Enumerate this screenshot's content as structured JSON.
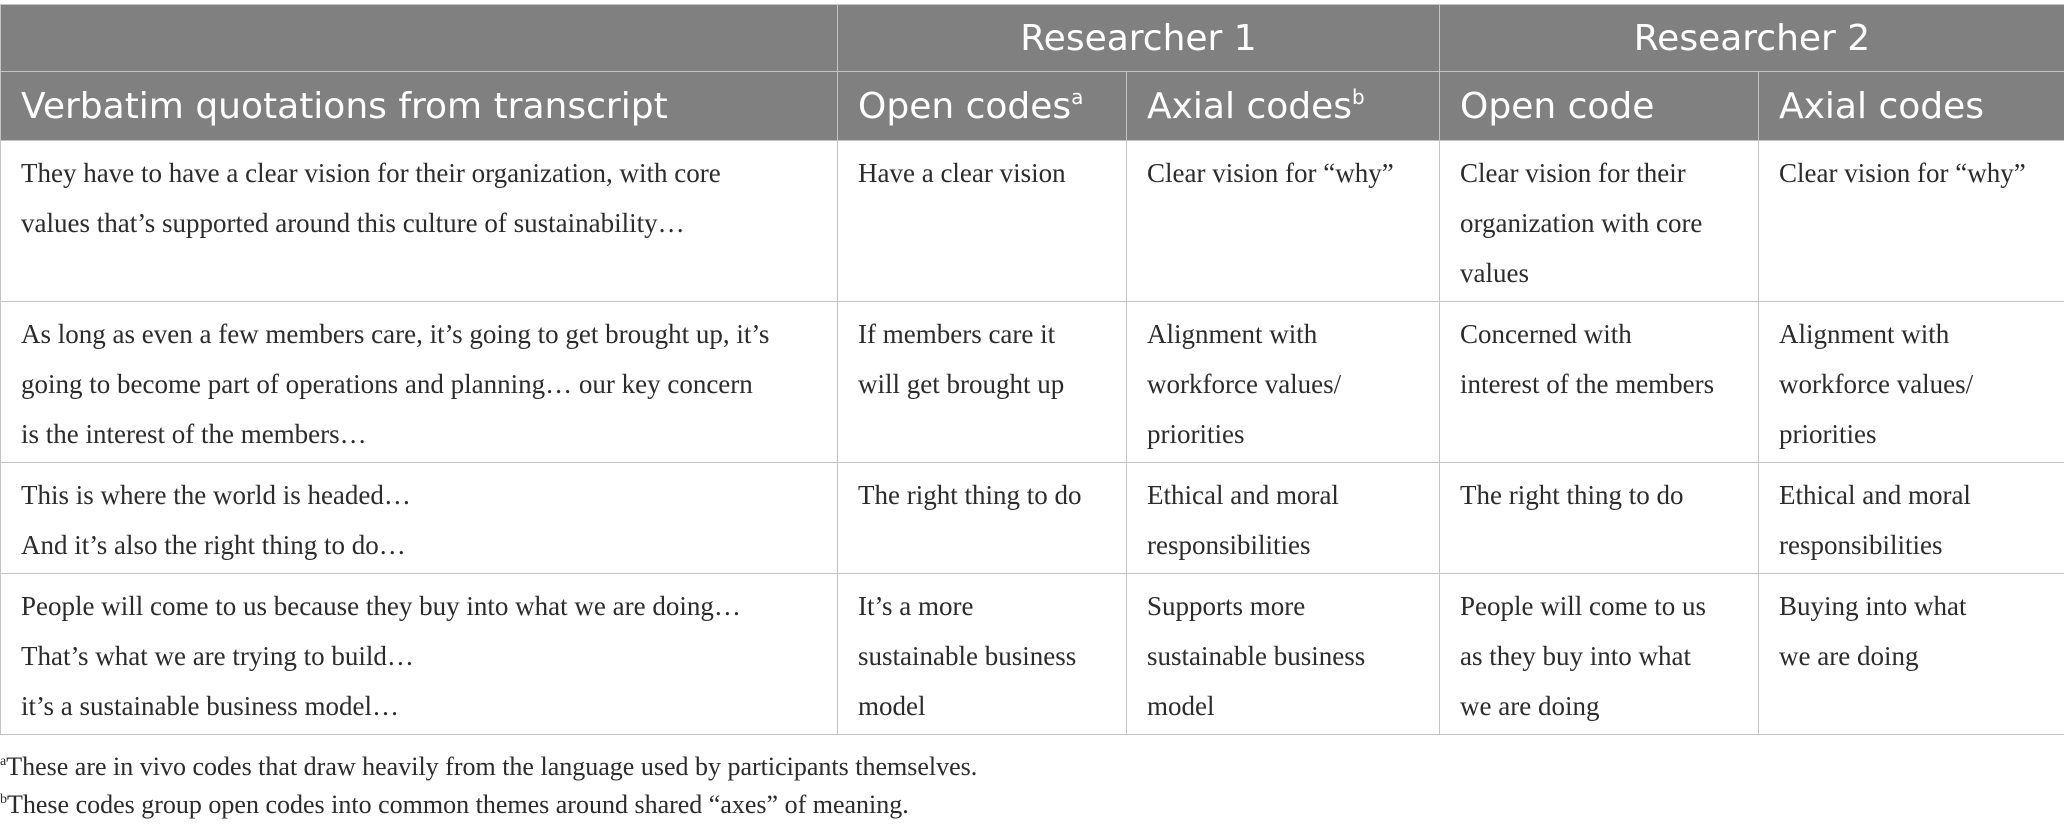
{
  "table": {
    "group_headers": {
      "blank": "",
      "researcher1": "Researcher 1",
      "researcher2": "Researcher 2"
    },
    "column_headers": {
      "quotes": "Verbatim quotations from transcript",
      "r1_open": "Open codes",
      "r1_open_mark": "a",
      "r1_axial": "Axial codes",
      "r1_axial_mark": "b",
      "r2_open": "Open code",
      "r2_axial": "Axial codes"
    },
    "rows": [
      {
        "quote": [
          "They have to have a clear vision for their organization, with core",
          "values that’s supported around this culture of sustainability…"
        ],
        "r1_open": [
          "Have a clear vision"
        ],
        "r1_axial": [
          "Clear vision for “why”"
        ],
        "r2_open": [
          "Clear vision for their",
          "organization with core",
          "values"
        ],
        "r2_axial": [
          "Clear vision for “why”"
        ]
      },
      {
        "quote": [
          "As long as even a few members care, it’s going to get brought up, it’s",
          "going to become part of operations and planning… our key concern",
          "is the interest of the members…"
        ],
        "r1_open": [
          "If members care it",
          "will get brought up"
        ],
        "r1_axial": [
          "Alignment with",
          "workforce values/",
          "priorities"
        ],
        "r2_open": [
          "Concerned with",
          "interest of the members"
        ],
        "r2_axial": [
          "Alignment with",
          "workforce values/",
          "priorities"
        ]
      },
      {
        "quote": [
          "This is where the world is headed…",
          "And it’s also the right thing to do…"
        ],
        "r1_open": [
          "The right thing to do"
        ],
        "r1_axial": [
          "Ethical and moral",
          "responsibilities"
        ],
        "r2_open": [
          "The right thing to do"
        ],
        "r2_axial": [
          "Ethical and moral",
          "responsibilities"
        ]
      },
      {
        "quote": [
          "People will come to us because they buy into what we are doing…",
          "That’s what we are trying to build…",
          "it’s a sustainable business model…"
        ],
        "r1_open": [
          "It’s a more",
          "sustainable business",
          "model"
        ],
        "r1_axial": [
          "Supports more",
          "sustainable business",
          "model"
        ],
        "r2_open": [
          "People will come to us",
          "as they buy into what",
          "we are doing"
        ],
        "r2_axial": [
          "Buying into what",
          "we are doing"
        ]
      }
    ]
  },
  "footnotes": {
    "a_mark": "a",
    "a_text": "These are in vivo codes that draw heavily from the language used by participants themselves.",
    "b_mark": "b",
    "b_text": "These codes group open codes into common themes around shared “axes” of meaning."
  }
}
